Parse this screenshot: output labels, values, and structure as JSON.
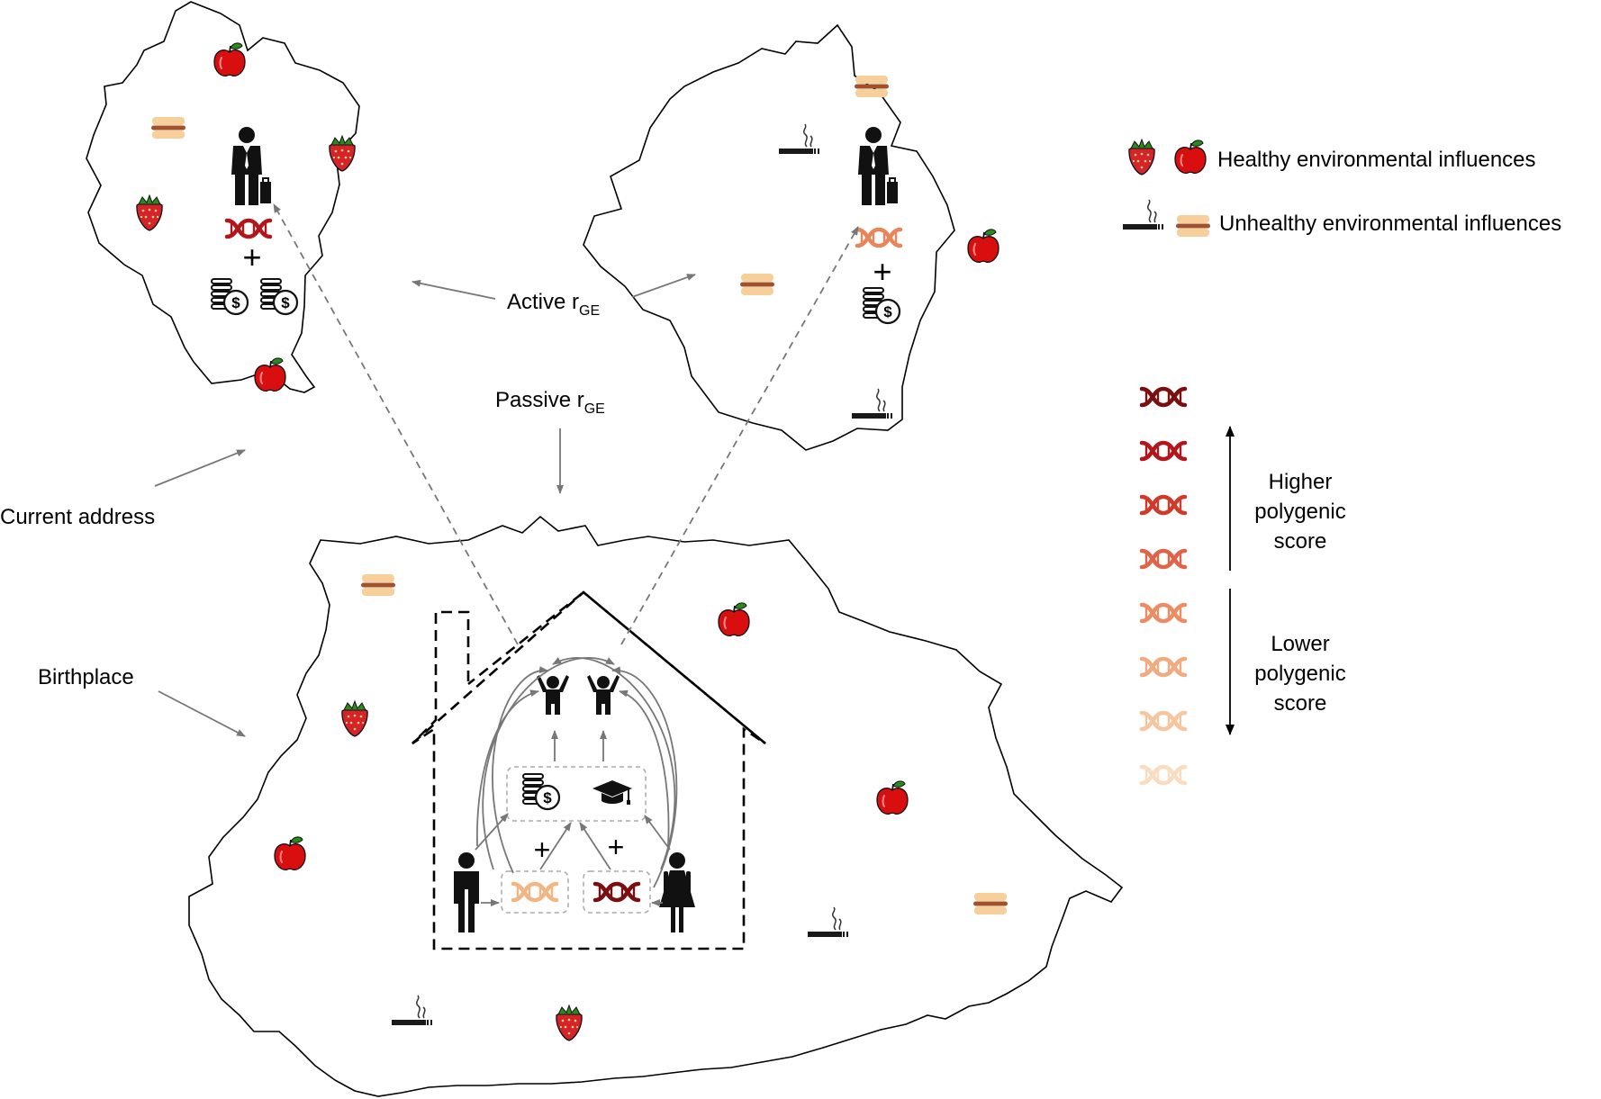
{
  "labels": {
    "active": "Active r",
    "active_sub": "GE",
    "passive": "Passive r",
    "passive_sub": "GE",
    "current_address": "Current address",
    "birthplace": "Birthplace",
    "plus": "+"
  },
  "legend": {
    "healthy": "Healthy environmental influences",
    "unhealthy": "Unhealthy environmental influences",
    "higher": [
      "Higher",
      "polygenic",
      "score"
    ],
    "lower": [
      "Lower",
      "polygenic",
      "score"
    ],
    "dna_scale": [
      "#7b0e0e",
      "#b3161a",
      "#cf3a2a",
      "#e0644a",
      "#eb8c62",
      "#f1ab80",
      "#f6c79f",
      "#fadcc0"
    ]
  },
  "colors": {
    "apple": "#d90f0f",
    "strawberry": "#d6232b",
    "leaf": "#2a8a1d",
    "burger_bun": "#f6cf9a",
    "burger_patty": "#a0522d",
    "arrow": "#777777",
    "dna_high": "#b3161a",
    "dna_mid": "#e8855a",
    "dna_low": "#f2b685",
    "dna_dark": "#7b0e0e"
  },
  "icons": [
    "apple-icon",
    "strawberry-icon",
    "burger-icon",
    "cigarette-icon",
    "businessman-icon",
    "dna-icon",
    "coins-icon",
    "graduation-cap-icon",
    "child-icon",
    "man-icon",
    "woman-icon",
    "house-icon"
  ]
}
